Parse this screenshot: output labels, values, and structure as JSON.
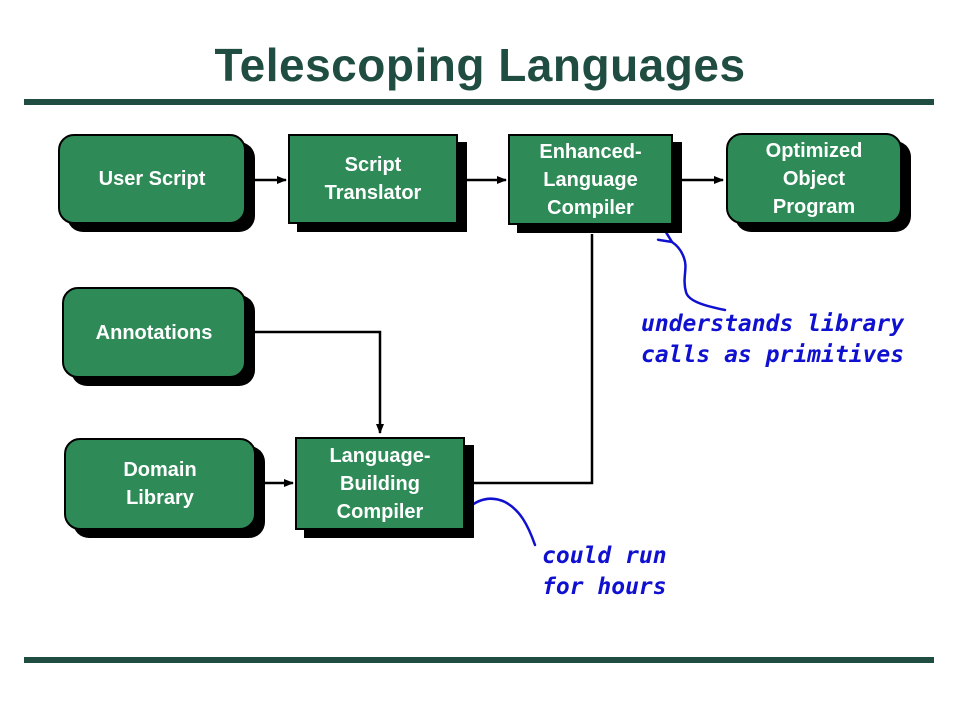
{
  "title": "Telescoping Languages",
  "boxes": {
    "user_script": "User Script",
    "script_translator": "Script\nTranslator",
    "enhanced_compiler": "Enhanced-\nLanguage\nCompiler",
    "optimized_program": "Optimized\nObject\nProgram",
    "annotations": "Annotations",
    "domain_library": "Domain\nLibrary",
    "language_building_compiler": "Language-\nBuilding\nCompiler"
  },
  "notes": {
    "primitives": "understands library\ncalls as primitives",
    "hours": "could run\nfor hours"
  },
  "colors": {
    "box_fill": "#2e8b57",
    "title": "#1f4d42",
    "annotation": "#1010d0"
  }
}
